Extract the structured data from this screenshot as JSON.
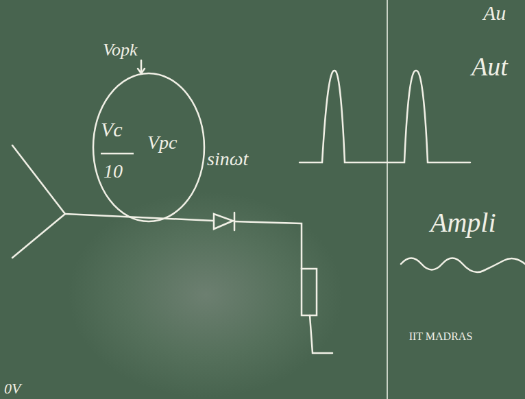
{
  "diagram": {
    "nodes": [
      {
        "text": [
          "Vc",
          "10",
          "Vpc"
        ]
      }
    ],
    "labels": [
      "Vopk",
      "sinωt",
      "Au",
      "Aut",
      "Ampli",
      "IIT MADRAS",
      "0V"
    ]
  }
}
